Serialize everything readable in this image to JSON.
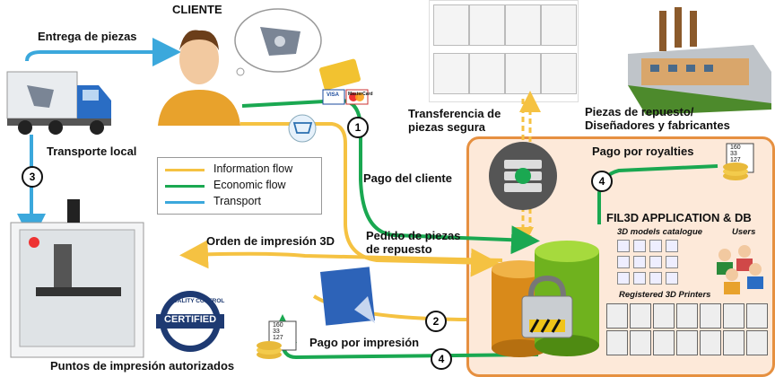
{
  "labels": {
    "cliente": "CLIENTE",
    "entrega": "Entrega de piezas",
    "transporte_local": "Transporte local",
    "transferencia": "Transferencia de\npiezas segura",
    "piezas_repuesto": "Piezas de repuesto/\nDiseñadores y fabricantes",
    "pago_royalties": "Pago por royalties",
    "pago_cliente": "Pago del cliente",
    "orden_impresion": "Orden de impresión 3D",
    "pedido_piezas": "Pedido de piezas\nde repuesto",
    "pago_impresion": "Pago por impresión",
    "puntos_impresion": "Puntos de impresión autorizados",
    "app_title": "FIL3D APPLICATION & DB",
    "catalogue": "3D models catalogue",
    "users": "Users",
    "registered_printers": "Registered 3D Printers",
    "certified": "CERTIFIED",
    "quality_control": "QUALITY CONTROL",
    "visa": "VISA",
    "mastercard": "MasterCard"
  },
  "legend": [
    {
      "label": "Information flow",
      "color": "#f5c242"
    },
    {
      "label": "Economic flow",
      "color": "#1aa851"
    },
    {
      "label": "Transport",
      "color": "#3ba8dc"
    }
  ],
  "badges": {
    "b1": "1",
    "b2": "2",
    "b3": "3",
    "b4a": "4",
    "b4b": "4"
  },
  "receipt_text": "160\n33\n127",
  "colors": {
    "information": "#f5c242",
    "economic": "#1aa851",
    "transport": "#3ba8dc",
    "app_border": "#e69040",
    "app_fill": "#fde9d9"
  }
}
